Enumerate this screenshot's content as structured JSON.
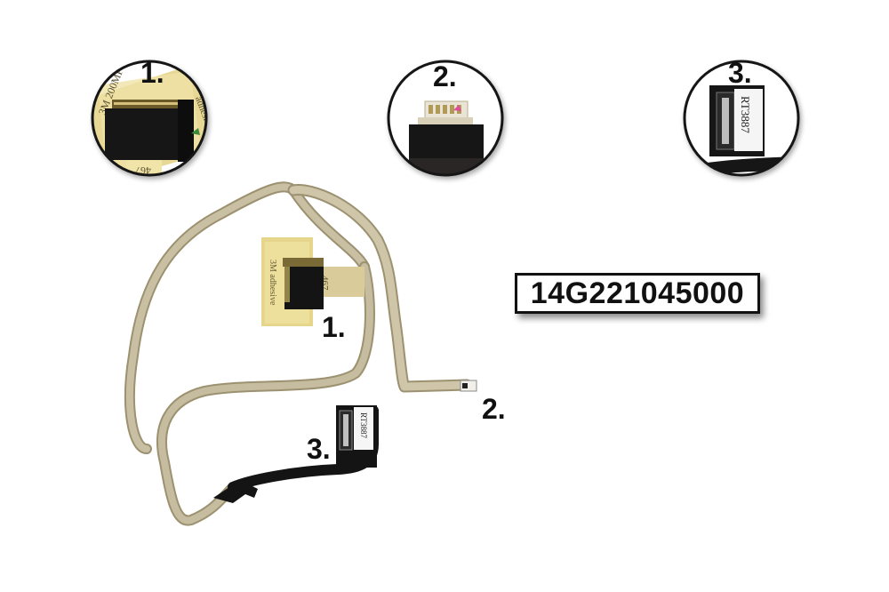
{
  "part_number": "14G221045000",
  "callouts": {
    "zoom_1": "1.",
    "zoom_2": "2.",
    "zoom_3": "3.",
    "cable_1": "1.",
    "cable_2": "2.",
    "cable_3": "3."
  },
  "connector_label": "RT3887",
  "tape_text": "467",
  "colors": {
    "cable_silver": "#b3a88e",
    "cable_black": "#141414",
    "tape_yellow": "#e8d88a",
    "background": "#ffffff"
  }
}
